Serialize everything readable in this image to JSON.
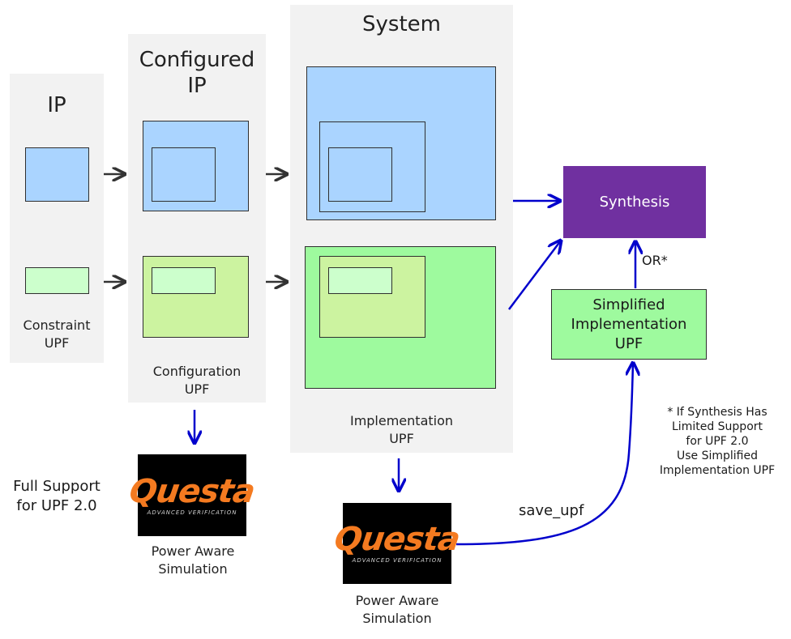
{
  "columns": {
    "ip": {
      "title": "IP",
      "caption": "Constraint\nUPF"
    },
    "configured_ip": {
      "title": "Configured\nIP",
      "caption": "Configuration\nUPF"
    },
    "system": {
      "title": "System",
      "caption": "Implementation\nUPF"
    }
  },
  "synthesis": {
    "label": "Synthesis"
  },
  "simplified": {
    "label": "Simplified\nImplementation\nUPF"
  },
  "or_label": "OR*",
  "save_upf_label": "save_upf",
  "full_support_label": "Full Support\nfor UPF 2.0",
  "footnote": "* If Synthesis Has\nLimited Support\nfor UPF 2.0\nUse Simplified\nImplementation UPF",
  "logo": {
    "brand": "Questa",
    "tagline": "ADVANCED VERIFICATION"
  },
  "simulation_caption_1": "Power Aware\nSimulation",
  "simulation_caption_2": "Power Aware\nSimulation",
  "colors": {
    "panel": "#f2f2f2",
    "blue_box": "#aad4ff",
    "green_box": "#9efa9e",
    "yellow_green_box": "#ccf3a0",
    "pale_green_box": "#ccffcc",
    "synthesis": "#7030a0",
    "arrow_blue": "#0000cc",
    "arrow_dark": "#333333",
    "logo_orange": "#f47a20"
  }
}
